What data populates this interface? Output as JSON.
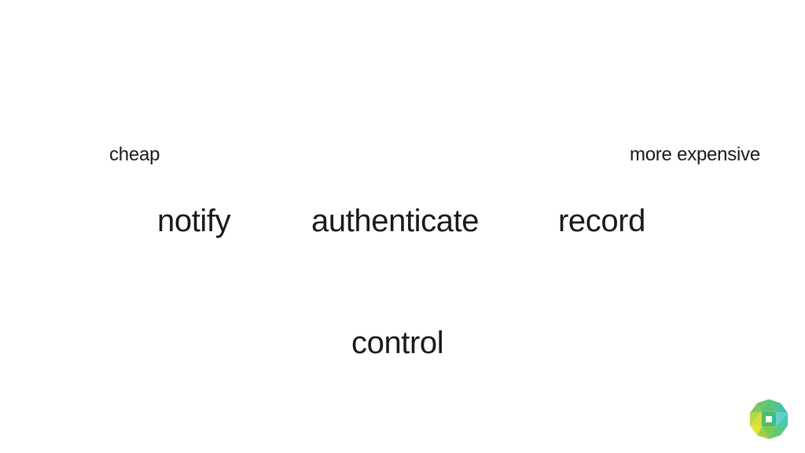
{
  "slide": {
    "background": "#ffffff",
    "text_color": "#1a1a1a",
    "axis_labels": {
      "left": "cheap",
      "right": "more expensive"
    },
    "row_words": [
      {
        "label": "notify"
      },
      {
        "label": "authenticate"
      },
      {
        "label": "record"
      }
    ],
    "bottom_word": "control"
  },
  "logo": {
    "name": "faceted-gem",
    "center_color": "#ffffff",
    "facets": [
      {
        "name": "top-center",
        "color": "#5bc377"
      },
      {
        "name": "top-right-a",
        "color": "#52c58c"
      },
      {
        "name": "top-right-b",
        "color": "#3fc2b0"
      },
      {
        "name": "right-inner",
        "color": "#67d0c6"
      },
      {
        "name": "right-edge",
        "color": "#49c7b2"
      },
      {
        "name": "bottom-right-a",
        "color": "#58c68b"
      },
      {
        "name": "bottom-right-b",
        "color": "#66c76a"
      },
      {
        "name": "bottom-center",
        "color": "#7bca57"
      },
      {
        "name": "bottom-left-a",
        "color": "#9ed14a"
      },
      {
        "name": "bottom-left-b",
        "color": "#e4e339"
      },
      {
        "name": "left-inner",
        "color": "#d4e03d"
      },
      {
        "name": "left-edge",
        "color": "#b9d847"
      },
      {
        "name": "top-left-a",
        "color": "#84c95a"
      },
      {
        "name": "top-left-b",
        "color": "#69c46c"
      }
    ],
    "ring": {
      "top": "#44bb6e",
      "right": "#39bb9e",
      "bottom": "#50be62",
      "left": "#55c05e"
    }
  }
}
